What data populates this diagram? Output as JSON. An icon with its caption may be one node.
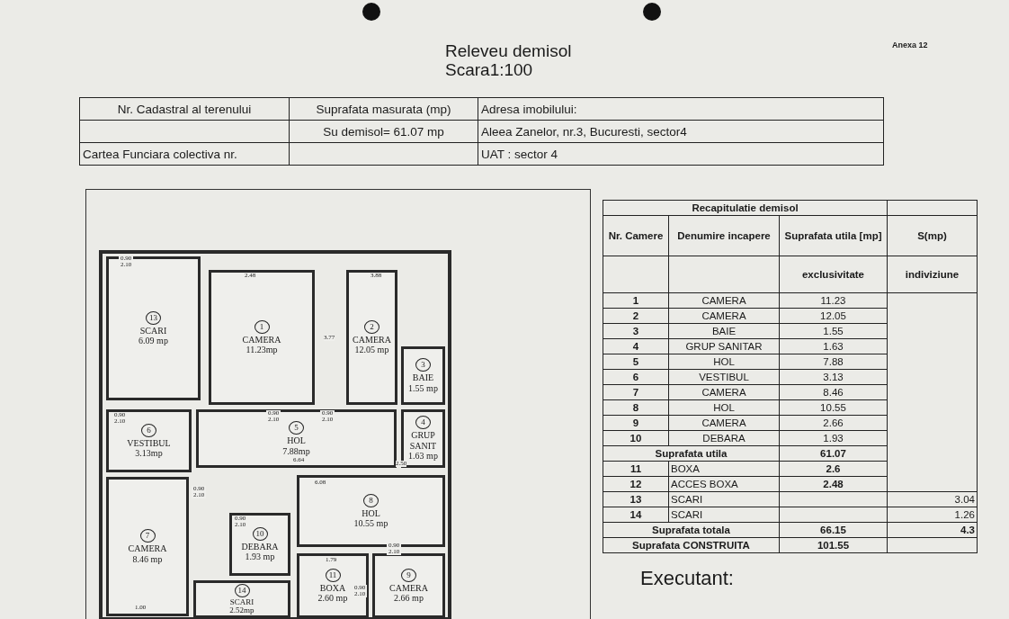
{
  "diagram": {
    "title": "Releveu demisol",
    "nodes": [
      {
        "text": [
          "13",
          "SCARI",
          "6.09 mp"
        ]
      },
      {
        "text": [
          "1",
          "CAMERA",
          "11.23mp"
        ]
      },
      {
        "text": [
          "2",
          "CAMERA",
          "12.05 mp"
        ]
      },
      {
        "text": [
          "3",
          "BAIE",
          "1.55 mp"
        ]
      },
      {
        "text": [
          "6",
          "VESTIBUL",
          "3.13mp"
        ]
      },
      {
        "text": [
          "5",
          "HOL",
          "7.88mp"
        ]
      },
      {
        "text": [
          "4",
          "GRUP SANIT",
          "1.63 mp"
        ]
      },
      {
        "text": [
          "7",
          "CAMERA",
          "8.46 mp"
        ]
      },
      {
        "text": [
          "8",
          "HOL",
          "10.55 mp"
        ]
      },
      {
        "text": [
          "10",
          "DEBARA",
          "1.93 mp"
        ]
      },
      {
        "text": [
          "11",
          "BOXA",
          "2.60 mp"
        ]
      },
      {
        "text": [
          "9",
          "CAMERA",
          "2.66 mp"
        ]
      },
      {
        "text": [
          "14",
          "SCARI",
          "2.52mp"
        ]
      }
    ],
    "edges": [],
    "labels": [
      "Scara1:100",
      "Anexa 12",
      "Nr. Cadastral al terenului",
      "Suprafata masurata (mp)",
      "Adresa imobilului:",
      "Su demisol= 61.07 mp",
      "Aleea Zanelor, nr.3, Bucuresti, sector4",
      "Cartea Funciara colectiva nr.",
      "UAT : sector 4",
      "Recapitulatie demisol",
      "Nr. Camere",
      "Denumire incapere",
      "Suprafata utila [mp]",
      "S(mp)",
      "exclusivitate",
      "indiviziune",
      "1",
      "CAMERA",
      "11.23",
      "2",
      "CAMERA",
      "12.05",
      "3",
      "BAIE",
      "1.55",
      "4",
      "GRUP SANITAR",
      "1.63",
      "5",
      "HOL",
      "7.88",
      "6",
      "VESTIBUL",
      "3.13",
      "7",
      "CAMERA",
      "8.46",
      "8",
      "HOL",
      "10.55",
      "9",
      "CAMERA",
      "2.66",
      "10",
      "DEBARA",
      "1.93",
      "Suprafata utila",
      "61.07",
      "11",
      "BOXA",
      "2.6",
      "12",
      "ACCES BOXA",
      "2.48",
      "13",
      "SCARI",
      "3.04",
      "14",
      "SCARI",
      "1.26",
      "Suprafata totala",
      "66.15",
      "4.3",
      "Suprafata CONSTRUITA",
      "101.55",
      "Executant:",
      "0.90 2.10",
      "2.48",
      "3.88",
      "3.77",
      "0.90 2.10",
      "0.90 2.10",
      "0.90 2.10",
      "6.64",
      "2.50",
      "6.08",
      "0.90 2.10",
      "0.90 2.10",
      "0.90 2.10",
      "1.79",
      "0.90 2.10",
      "1.00"
    ]
  }
}
